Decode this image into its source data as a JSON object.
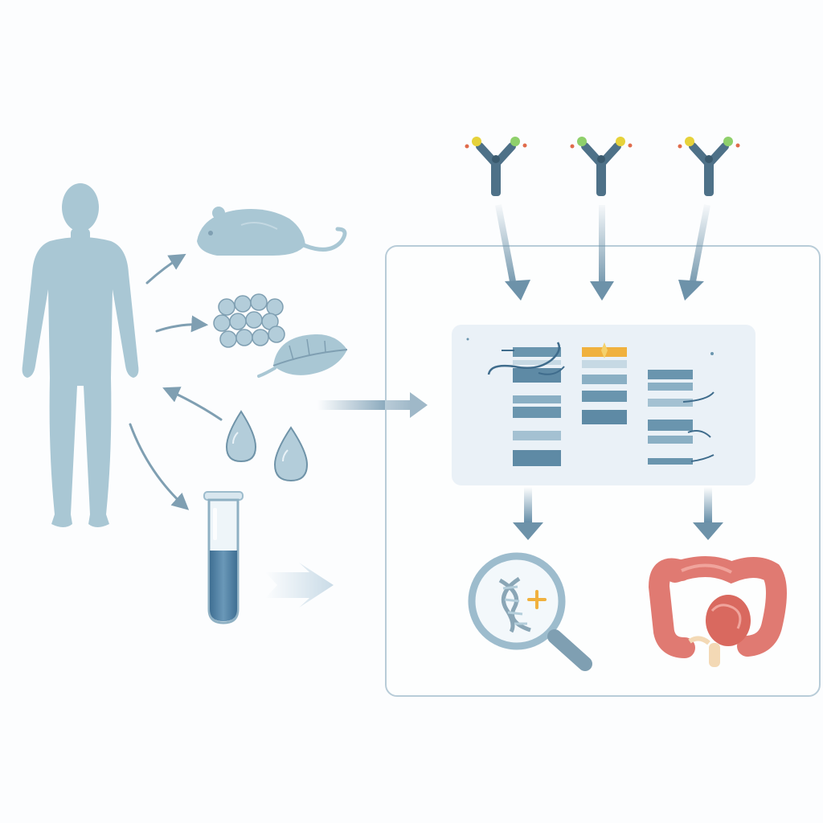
{
  "diagram": {
    "sources": [
      {
        "id": "human",
        "icon": "human-figure-icon"
      },
      {
        "id": "animal",
        "icon": "rodent-icon"
      },
      {
        "id": "cells",
        "icon": "cell-cluster-icon"
      },
      {
        "id": "plant",
        "icon": "leaf-icon"
      },
      {
        "id": "fluid",
        "icon": "droplet-icon"
      },
      {
        "id": "sample",
        "icon": "test-tube-icon"
      }
    ],
    "probes": [
      {
        "icon": "antibody-icon"
      },
      {
        "icon": "antibody-icon"
      },
      {
        "icon": "antibody-icon"
      }
    ],
    "analysis": {
      "icon": "sequence-array-icon"
    },
    "outputs": [
      {
        "icon": "dna-magnifier-icon"
      },
      {
        "icon": "colon-organ-icon"
      }
    ]
  },
  "colors": {
    "figure": "#a9c7d4",
    "arrow": "#6f93a8",
    "box_border": "#b8ccd8",
    "panel": "#eaf1f7",
    "band_dark": "#6a95ae",
    "band_light": "#b9d0dd",
    "tube_liquid": "#4f7ea1",
    "antibody": "#4e7188",
    "accent_gold": "#f0b13e",
    "organ": "#e07a72"
  }
}
